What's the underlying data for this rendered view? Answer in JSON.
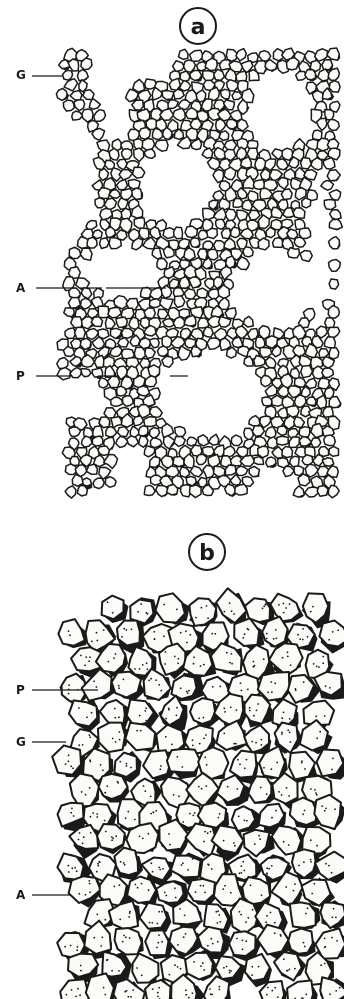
{
  "panels": [
    {
      "id": "a",
      "label": "a",
      "callouts": [
        {
          "id": "G",
          "label": "G"
        },
        {
          "id": "A",
          "label": "A"
        },
        {
          "id": "P",
          "label": "P"
        }
      ]
    },
    {
      "id": "b",
      "label": "b",
      "callouts": [
        {
          "id": "P",
          "label": "P"
        },
        {
          "id": "G",
          "label": "G"
        },
        {
          "id": "A",
          "label": "A"
        }
      ]
    }
  ],
  "colors": {
    "ink": "#1a1a1a",
    "paper": "#ffffff",
    "grain": "#fbfbf8"
  }
}
